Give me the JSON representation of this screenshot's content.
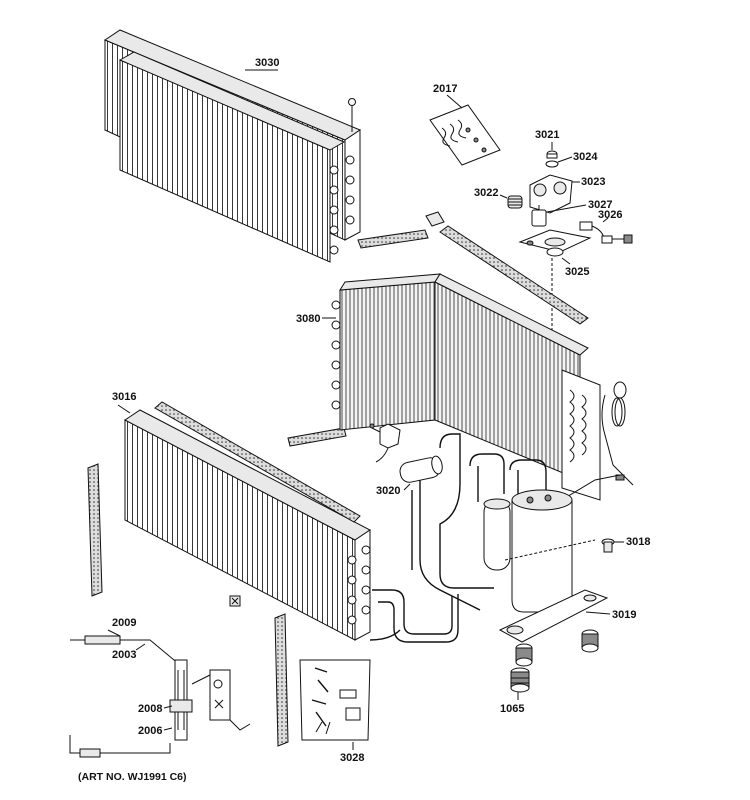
{
  "labels": {
    "p3030": "3030",
    "p2017": "2017",
    "p3021": "3021",
    "p3024": "3024",
    "p3023": "3023",
    "p3022": "3022",
    "p3027": "3027",
    "p3026": "3026",
    "p3025": "3025",
    "p3080": "3080",
    "p3016": "3016",
    "p3020": "3020",
    "p3018": "3018",
    "p3019": "3019",
    "p2009": "2009",
    "p2003": "2003",
    "p2008": "2008",
    "p2006": "2006",
    "p1065": "1065",
    "p3028": "3028"
  },
  "art_number": "(ART NO. WJ1991 C6)"
}
